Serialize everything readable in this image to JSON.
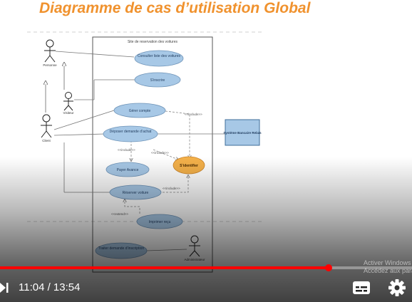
{
  "slide": {
    "title": "Diagramme de cas d’utilisation Global",
    "system_title": "Site de reservation des voitures",
    "actors": {
      "personne": "Personne",
      "visiteur": "Visiteur",
      "client": "Client",
      "administrateur": "Administrateur"
    },
    "use_cases": {
      "consulter": "Consulter liste des voitures",
      "inscrire": "S’inscrire",
      "gerer": "Gérer compte",
      "deposer": "Déposer demande d’achat",
      "payer": "Payer Avance",
      "identifier": "S’identifier",
      "reserver": "Réserver voiture",
      "imprimer": "Imprimer reçu",
      "traiter": "Traiter demande d’inscription"
    },
    "external_system": "Système Bancaire Relais",
    "stereotypes": {
      "include": "<<include>>",
      "extend": "<<extend>>"
    },
    "colors": {
      "title": "#f0922e",
      "use_case_fill": "#a7c8e6",
      "highlight_fill": "#f4b14a",
      "external_fill": "#a7c8e6"
    }
  },
  "player": {
    "current_time": "11:04",
    "duration": "13:54",
    "time_display": "11:04 / 13:54",
    "progress": 0.797,
    "icons": [
      "skip-next-icon",
      "subtitles-icon",
      "settings-gear-icon"
    ]
  },
  "watermark": {
    "line1": "Activer Windows",
    "line2": "Accédez aux paramètres"
  }
}
